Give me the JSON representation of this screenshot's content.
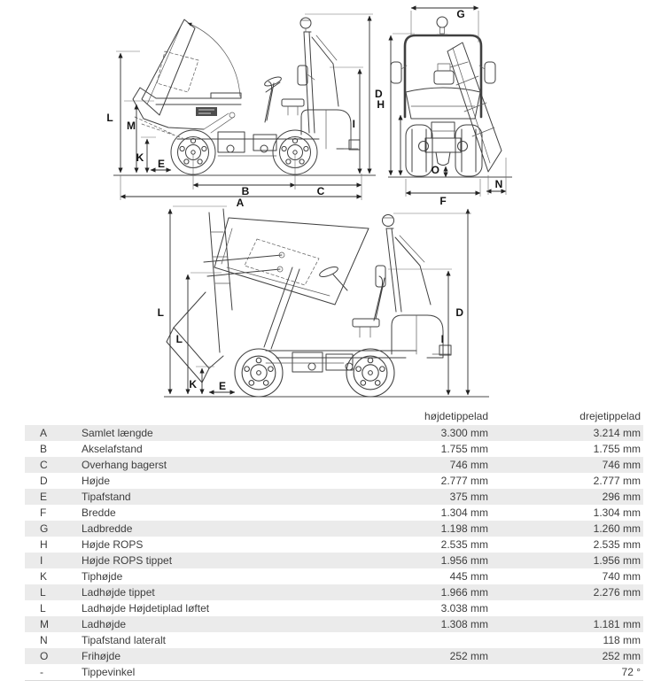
{
  "diagram": {
    "top_side_view": {
      "L": "L",
      "M": "M",
      "K": "K",
      "E": "E",
      "B": "B",
      "C": "C",
      "A": "A",
      "D": "D",
      "I": "I"
    },
    "front_view": {
      "G": "G",
      "H": "H",
      "O": "O",
      "N": "N",
      "F": "F"
    },
    "bottom_side_view": {
      "L1": "L",
      "L2": "L",
      "K": "K",
      "E": "E",
      "D": "D",
      "I": "I"
    }
  },
  "table": {
    "columns": {
      "col1": "højdetippelad",
      "col2": "drejetippelad"
    },
    "rows": [
      {
        "letter": "A",
        "name": "Samlet længde",
        "v1": "3.300 mm",
        "v2": "3.214 mm"
      },
      {
        "letter": "B",
        "name": "Akselafstand",
        "v1": "1.755 mm",
        "v2": "1.755 mm"
      },
      {
        "letter": "C",
        "name": "Overhang bagerst",
        "v1": "746 mm",
        "v2": "746 mm"
      },
      {
        "letter": "D",
        "name": "Højde",
        "v1": "2.777 mm",
        "v2": "2.777 mm"
      },
      {
        "letter": "E",
        "name": "Tipafstand",
        "v1": "375 mm",
        "v2": "296 mm"
      },
      {
        "letter": "F",
        "name": "Bredde",
        "v1": "1.304 mm",
        "v2": "1.304 mm"
      },
      {
        "letter": "G",
        "name": "Ladbredde",
        "v1": "1.198 mm",
        "v2": "1.260 mm"
      },
      {
        "letter": "H",
        "name": "Højde ROPS",
        "v1": "2.535 mm",
        "v2": "2.535 mm"
      },
      {
        "letter": "I",
        "name": "Højde ROPS tippet",
        "v1": "1.956 mm",
        "v2": "1.956 mm"
      },
      {
        "letter": "K",
        "name": "Tiphøjde",
        "v1": "445 mm",
        "v2": "740 mm"
      },
      {
        "letter": "L",
        "name": "Ladhøjde tippet",
        "v1": "1.966 mm",
        "v2": "2.276 mm"
      },
      {
        "letter": "L",
        "name": "Ladhøjde Højdetiplad løftet",
        "v1": "3.038 mm",
        "v2": ""
      },
      {
        "letter": "M",
        "name": "Ladhøjde",
        "v1": "1.308 mm",
        "v2": "1.181 mm"
      },
      {
        "letter": "N",
        "name": "Tipafstand lateralt",
        "v1": "",
        "v2": "118 mm"
      },
      {
        "letter": "O",
        "name": "Frihøjde",
        "v1": "252 mm",
        "v2": "252 mm"
      },
      {
        "letter": "-",
        "name": "Tippevinkel",
        "v1": "",
        "v2": "72 °"
      }
    ]
  }
}
